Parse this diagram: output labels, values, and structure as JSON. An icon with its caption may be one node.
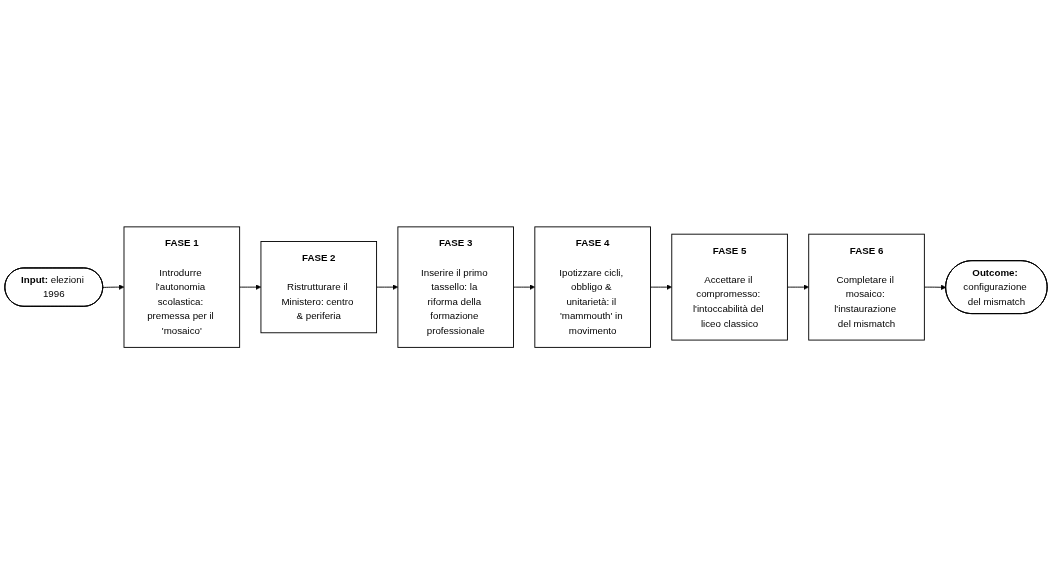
{
  "diagram": {
    "nodes": [
      {
        "text": [
          "**Input:** elezioni 1996"
        ]
      },
      {
        "text": [
          "FASE 1",
          "Introdurre l'autonomia scolastica: premessa per il 'mosaico'"
        ]
      },
      {
        "text": [
          "FASE 2",
          "Ristrutturare il Ministero: centro & periferia"
        ]
      },
      {
        "text": [
          "FASE 3",
          "Inserire il primo tassello: la riforma della formazione professionale"
        ]
      },
      {
        "text": [
          "FASE 4",
          "Ipotizzare cicli, obbligo & unitarietà: il 'mammouth' in movimento"
        ]
      },
      {
        "text": [
          "FASE 5",
          "Accettare il compromesso: l'intoccabilità del liceo classico"
        ]
      },
      {
        "text": [
          "FASE 6",
          "Completare il mosaico: l'instaurazione del mismatch"
        ]
      },
      {
        "text": [
          "**Outcome:** configurazione del mismatch"
        ]
      }
    ],
    "edges": [
      {
        "from": 0,
        "to": 1,
        "arrow": "to"
      },
      {
        "from": 1,
        "to": 2,
        "arrow": "to"
      },
      {
        "from": 2,
        "to": 3,
        "arrow": "to"
      },
      {
        "from": 3,
        "to": 4,
        "arrow": "to"
      },
      {
        "from": 4,
        "to": 5,
        "arrow": "to"
      },
      {
        "from": 5,
        "to": 6,
        "arrow": "to"
      },
      {
        "from": 6,
        "to": 7,
        "arrow": "to"
      }
    ]
  }
}
